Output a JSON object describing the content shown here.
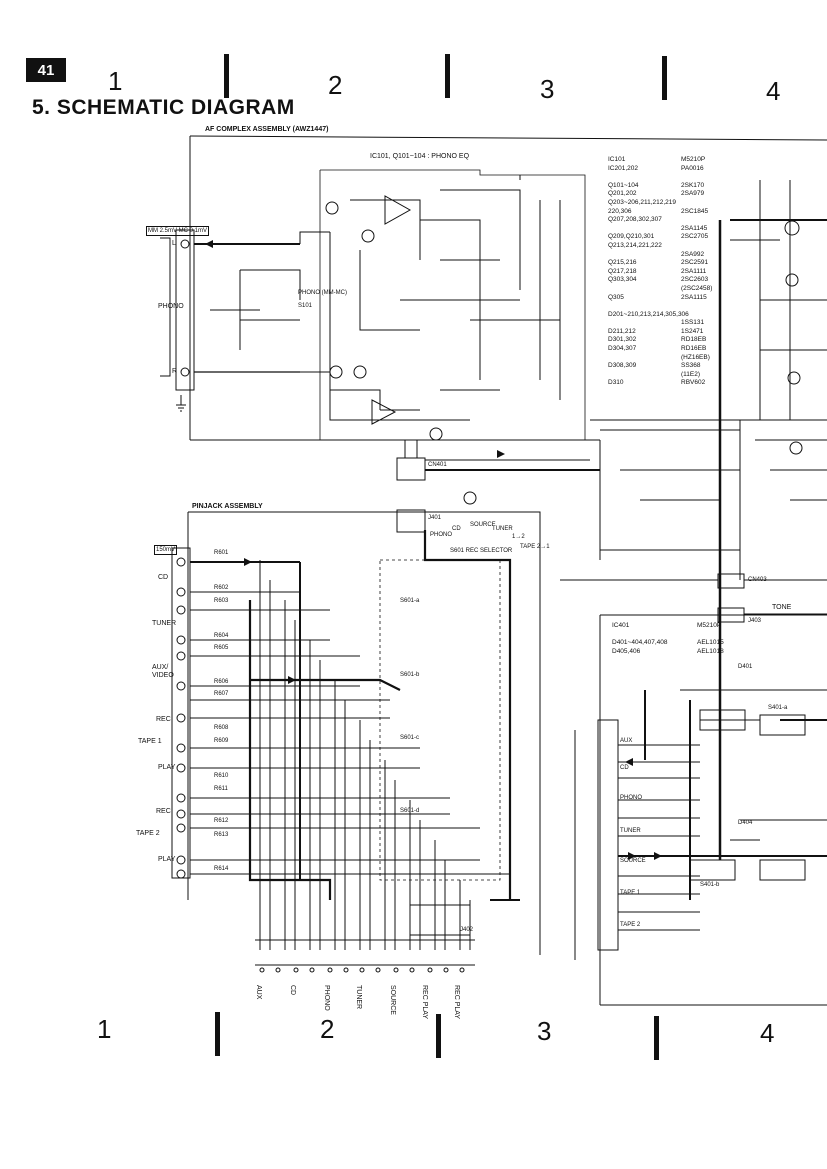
{
  "page": {
    "tag": "41",
    "title": "5. SCHEMATIC DIAGRAM",
    "top_columns": [
      "1",
      "2",
      "3",
      "4"
    ],
    "bottom_columns": [
      "1",
      "2",
      "3",
      "4"
    ]
  },
  "af_assembly": {
    "label": "AF COMPLEX ASSEMBLY  (AWZ1447)",
    "ic_label": "IC101, Q101~104 : PHONO EQ",
    "phono_spec": "MM 2.5mV  MC 0.1mV",
    "phono_label": "PHONO",
    "phono_switch": "PHONO (MM-MC)",
    "switch_ref": "S101",
    "connector": "CN401"
  },
  "parts_list_1": [
    [
      "IC101",
      "M5210P"
    ],
    [
      "IC201,202",
      "PA0016"
    ],
    [
      "",
      ""
    ],
    [
      "Q101~104",
      "2SK170"
    ],
    [
      "Q201,202",
      "2SA979"
    ],
    [
      "Q203~206,211,212,219",
      ""
    ],
    [
      "220,306",
      "2SC1845"
    ],
    [
      "Q207,208,302,307",
      ""
    ],
    [
      "",
      "2SA1145"
    ],
    [
      "Q209,Q210,301",
      "2SC2705"
    ],
    [
      "Q213,214,221,222",
      ""
    ],
    [
      "",
      "2SA992"
    ],
    [
      "Q215,216",
      "2SC2591"
    ],
    [
      "Q217,218",
      "2SA1111"
    ],
    [
      "Q303,304",
      "2SC2603"
    ],
    [
      "",
      "(2SC2458)"
    ],
    [
      "Q305",
      "2SA1115"
    ],
    [
      "",
      ""
    ],
    [
      "D201~210,213,214,305,306",
      ""
    ],
    [
      "",
      "1SS131"
    ],
    [
      "D211,212",
      "1S2471"
    ],
    [
      "D301,302",
      "RD18EB"
    ],
    [
      "D304,307",
      "RD16EB"
    ],
    [
      "",
      "(HZ16EB)"
    ],
    [
      "D308,309",
      "SS368"
    ],
    [
      "",
      "(11E2)"
    ],
    [
      "D310",
      "RBV602"
    ]
  ],
  "parts_list_2": [
    [
      "IC401",
      "M5210P"
    ],
    [
      "",
      ""
    ],
    [
      "D401~404,407,408",
      "AEL1015"
    ],
    [
      "D405,406",
      "AEL1018"
    ]
  ],
  "pinjack": {
    "label": "PINJACK ASSEMBLY",
    "level": "150mV",
    "connector_top": "J401",
    "connector_bottom": "J402",
    "selector_label": "S601 REC SELECTOR",
    "selector_positions": [
      "PHONO",
      "CD",
      "SOURCE",
      "TUNER",
      "1→2",
      "TAPE 2→1"
    ],
    "inputs": [
      "CD",
      "TUNER",
      "AUX/ VIDEO",
      "REC",
      "TAPE 1",
      "PLAY",
      "REC",
      "TAPE 2",
      "PLAY"
    ],
    "switch_decks": [
      "S601-a",
      "S601-b",
      "S601-c",
      "S601-d"
    ],
    "bottom_labels": [
      "AUX",
      "CD",
      "PHONO",
      "TUNER",
      "SOURCE",
      "REC PLAY",
      "REC PLAY"
    ],
    "resistors": [
      "R601",
      "R602",
      "R603",
      "R604",
      "R605",
      "R606",
      "R607",
      "R608",
      "R609",
      "R610",
      "R611",
      "R612",
      "R613",
      "R614"
    ]
  },
  "right_area": {
    "connector_1": "CN403",
    "connector_2": "J403",
    "tone_label": "TONE",
    "input_labels": [
      "AUX",
      "CD",
      "PHONO",
      "TUNER",
      "SOURCE",
      "TAPE 1",
      "TAPE 2"
    ],
    "switches": [
      "S401-a",
      "S401-b"
    ],
    "diodes": [
      "D401",
      "D404"
    ]
  },
  "labels": {
    "L": "L",
    "R": "R",
    "cn_label": "CN401",
    "j401": "J401"
  }
}
